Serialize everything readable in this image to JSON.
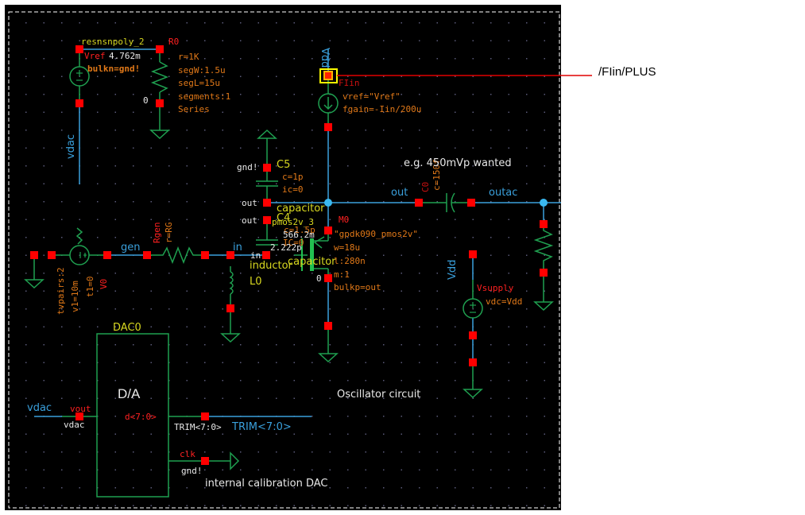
{
  "probe": {
    "label": "/FIin/PLUS",
    "color": "#e00000"
  },
  "colors": {
    "background": "#000000",
    "wire": "#3aa0dc",
    "device": "#1fa050",
    "pin": "#ff0000",
    "inst_name": "#ff2020",
    "param": "#e07818",
    "cell": "#d8d820",
    "net": "#3aa0dc",
    "note": "#e8e8e8",
    "select": "#ffff00"
  },
  "components": {
    "r0": {
      "cell": "resnsnpoly_2",
      "name": "R0",
      "params": [
        "r=1K",
        "segW:1.5u",
        "segL=15u",
        "segments:1",
        "Series"
      ],
      "pin_label": "0"
    },
    "vref_src": {
      "name": "Vref",
      "value": "4.762m",
      "overlap_text": "bulkn=gnd!"
    },
    "fiin": {
      "name": "FIin",
      "params": [
        "vref=\"Vref\"",
        "fgain=-Iin/200u"
      ]
    },
    "c5": {
      "name": "C5",
      "params": [
        "c=1p",
        "ic=0"
      ],
      "pin_label": "gnd!"
    },
    "c4": {
      "name": "C4",
      "cell": "capacitor",
      "params": [
        "c=1.5p"
      ],
      "overlap": [
        "pmos2v_3",
        "566.2m",
        "2.222p",
        "IC=0"
      ]
    },
    "c0": {
      "name": "C0",
      "params": [
        "c=150f"
      ]
    },
    "m0": {
      "name": "M0",
      "params": [
        "\"gpdk090_pmos2v\"",
        "w=18u",
        "l:280n",
        "m:1",
        "bulkp=out"
      ],
      "pin_label": "0"
    },
    "l0": {
      "name": "L0",
      "cell": "inductor",
      "overlap": "capacitor"
    },
    "rgen": {
      "name": "Rgen",
      "params": [
        "r=RG"
      ]
    },
    "v0": {
      "name": "V0",
      "params": [
        "t1=0",
        "v1=10m",
        "tvpairs:2"
      ]
    },
    "vsupply": {
      "name": "Vsupply",
      "params": [
        "vdc=Vdd"
      ]
    },
    "dac0": {
      "name": "DAC0",
      "symbol": "D/A",
      "pins": {
        "vout": "vout",
        "d": "d<7:0>",
        "clk": "clk"
      },
      "pin_nets": {
        "vout": "vdac",
        "d": "TRIM<7:0>",
        "clk": "gnd!"
      }
    }
  },
  "nets": {
    "vdd_top": "Vdd",
    "vdd_supply": "Vdd",
    "vdac_left": "vdac",
    "vdac_bottom": "vdac",
    "out": "out",
    "outac": "outac",
    "gen": "gen",
    "in": "in",
    "in_small": "in",
    "out1": "out",
    "out2": "out",
    "trim": "TRIM<7:0>"
  },
  "notes": {
    "wanted": "e.g. 450mVp wanted",
    "oscillator": "Oscillator circuit",
    "dac": "internal calibration DAC"
  }
}
